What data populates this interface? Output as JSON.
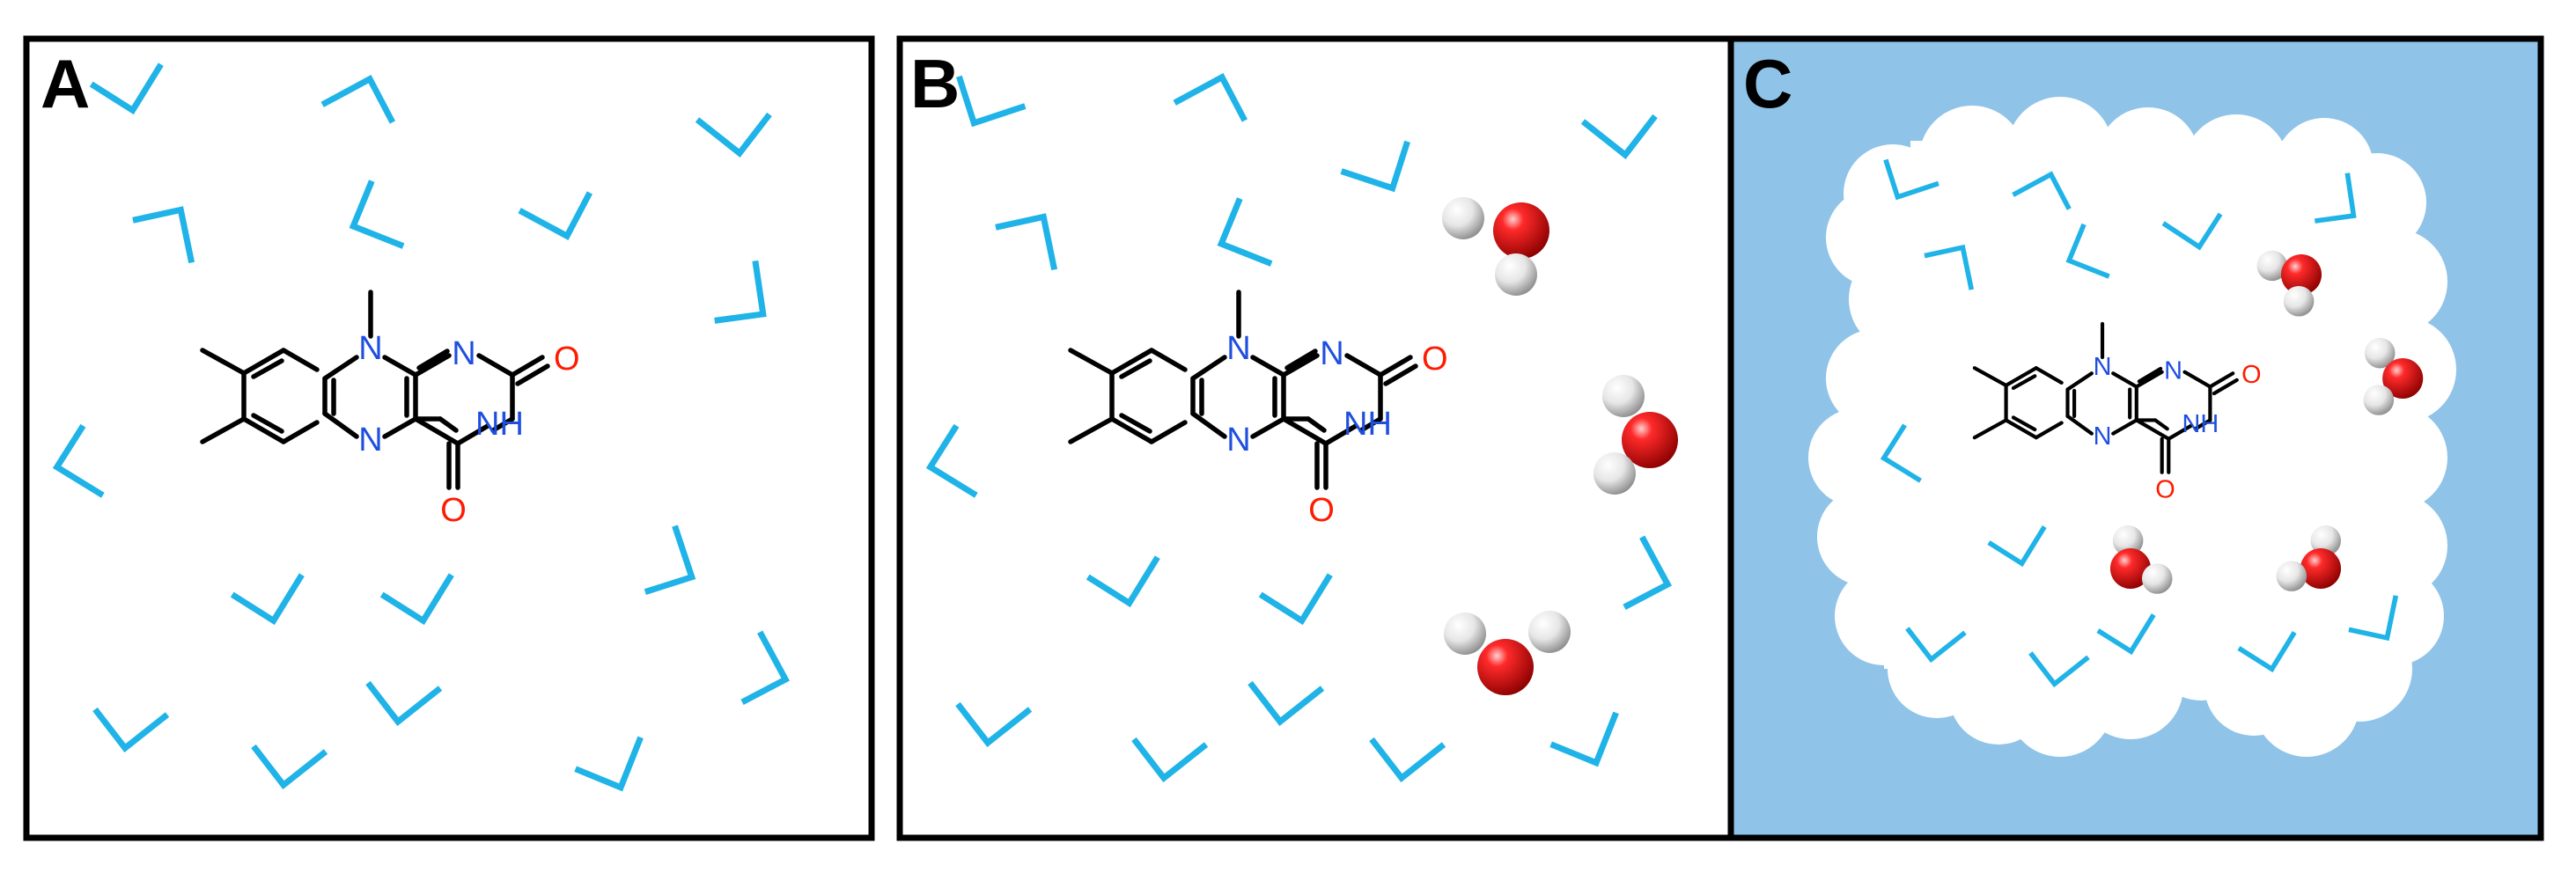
{
  "panels": [
    {
      "id": "A",
      "label": "A",
      "background": "#ffffff",
      "waters": 0,
      "continuum": false
    },
    {
      "id": "B",
      "label": "B",
      "background": "#ffffff",
      "waters": 3,
      "continuum": false
    },
    {
      "id": "C",
      "label": "C",
      "background": "#8fc3e8",
      "waters": 4,
      "continuum": true
    }
  ],
  "molecule": {
    "atoms": {
      "N10": "N",
      "N1": "N",
      "N5": "N",
      "N3H": "NH",
      "O2": "O",
      "O4": "O"
    }
  },
  "colors": {
    "solvent": "#1fb3e8",
    "continuum": "#8fc3e8",
    "cavity": "#ffffff",
    "nitrogen": "#1f4fe0",
    "oxygen": "#ff1a00",
    "water_oxygen": "#e8000b",
    "water_hydrogen": "#ececec",
    "bonds": "#000000",
    "frame": "#000000"
  },
  "icons": [
    "explicit-solvent-icon",
    "water-molecule-icon",
    "flavin-molecule-icon"
  ]
}
